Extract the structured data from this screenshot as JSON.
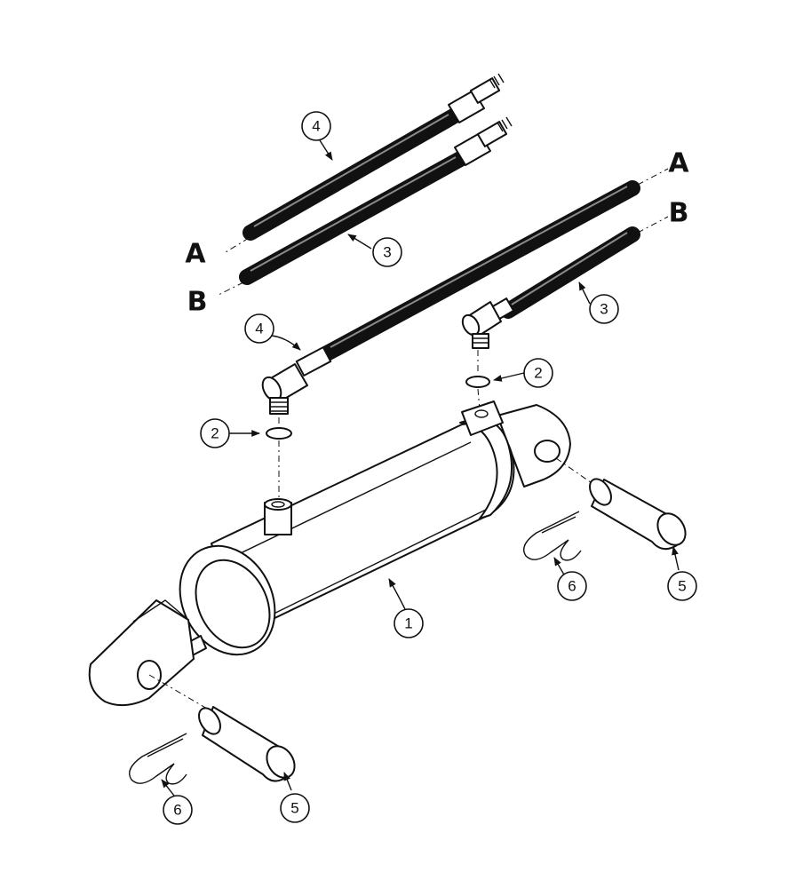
{
  "callouts": {
    "cylinder": "1",
    "o_ring": "2",
    "hose_b": "3",
    "hose_a": "4",
    "pin": "5",
    "clip": "6"
  },
  "hose_ends": {
    "a": "A",
    "b": "B"
  }
}
